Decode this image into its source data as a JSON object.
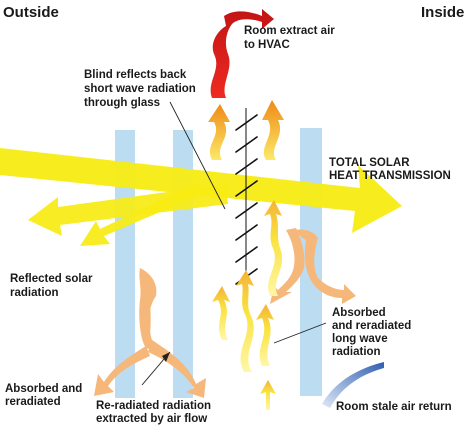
{
  "headings": {
    "outside": "Outside",
    "inside": "Inside"
  },
  "labels": {
    "room_extract": [
      "Room extract air",
      "to HVAC"
    ],
    "blind_reflects": [
      "Blind reflects back",
      "short wave radiation",
      "through glass"
    ],
    "total_solar": [
      "TOTAL SOLAR",
      "HEAT TRANSMISSION"
    ],
    "reflected_solar": [
      "Reflected solar",
      "radiation"
    ],
    "absorbed_longwave": [
      "Absorbed",
      "and reradiated",
      "long wave",
      "radiation"
    ],
    "absorbed_reradiated": [
      "Absorbed and",
      "reradiated"
    ],
    "reradiated_airflow": [
      "Re-radiated radiation",
      "extracted by air flow"
    ],
    "room_stale": "Room stale air return"
  },
  "colors": {
    "glass": "#bcdcf2",
    "solar_yellow": "#f7ec12",
    "absorbed_orange": "#f5b77a",
    "warm_orange": "#f0961e",
    "hot_red": "#d41a1a",
    "stale_blue": "#4f7fc4",
    "blind_slat": "#111111"
  }
}
